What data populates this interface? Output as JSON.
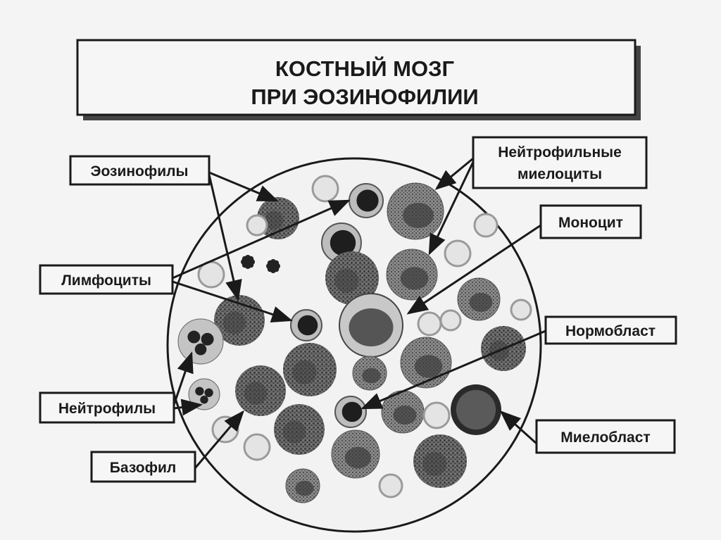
{
  "title": {
    "line1": "КОСТНЫЙ МОЗГ",
    "line2": "ПРИ ЭОЗИНОФИЛИИ"
  },
  "labels": {
    "eosinophils": "Эозинофилы",
    "lymphocytes": "Лимфоциты",
    "neutrophils": "Нейтрофилы",
    "basophil": "Базофил",
    "neutrophilic_myelocytes_1": "Нейтрофильные",
    "neutrophilic_myelocytes_2": "миелоциты",
    "monocyte": "Моноцит",
    "normoblast": "Нормобласт",
    "myeloblast": "Миелобласт"
  }
}
